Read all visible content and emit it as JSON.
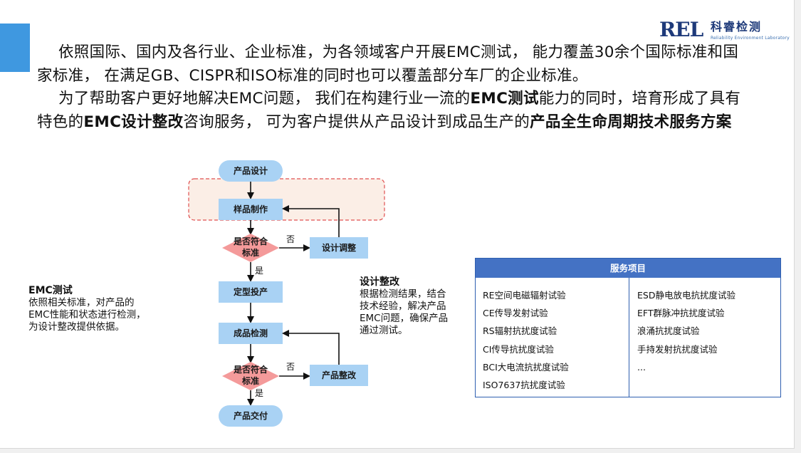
{
  "logo": {
    "rel": "REL",
    "cn": "科睿检测",
    "en": "Reliability Environment Laboratory"
  },
  "intro": {
    "para1": "依照国际、国内及各行业、企业标准，为各领域客户开展EMC测试， 能力覆盖30余个国际标准和国家标准， 在满足GB、CISPR和ISO标准的同时也可以覆盖部分车厂的企业标准。",
    "para2_a": "为了帮助客户更好地解决EMC问题， 我们在构建行业一流的",
    "para2_b": "EMC测试",
    "para2_c": "能力的同时，培育形成了具有特色的",
    "para2_d": "EMC设计整改",
    "para2_e": "咨询服务， 可为客户提供从产品设计到成品生产的",
    "para2_f": "产品全生命周期技术服务方案"
  },
  "flow": {
    "nodes": {
      "design": "产品设计",
      "sample": "样品制作",
      "check1_l1": "是否符合",
      "check1_l2": "标准",
      "adjust": "设计调整",
      "finalize": "定型投产",
      "inspect": "成品检测",
      "check2_l1": "是否符合",
      "check2_l2": "标准",
      "rectify": "产品整改",
      "deliver": "产品交付"
    },
    "labels": {
      "no": "否",
      "yes": "是"
    }
  },
  "emc_test": {
    "title": "EMC测试",
    "lines": [
      "依照相关标准，对产品的",
      "EMC性能和状态进行检测，",
      "为设计整改提供依据。"
    ]
  },
  "design_fix": {
    "title": "设计整改",
    "lines": [
      "根据检测结果，结合",
      "技术经验，解决产品",
      "EMC问题，确保产品",
      "通过测试。"
    ]
  },
  "services": {
    "header": "服务项目",
    "left": [
      "RE空间电磁辐射试验",
      "CE传导发射试验",
      "RS辐射抗扰度试验",
      "CI传导抗扰度试验",
      "BCI大电流抗扰度试验",
      "ISO7637抗扰度试验"
    ],
    "right": [
      "ESD静电放电抗扰度试验",
      "EFT群脉冲抗扰度试验",
      "浪涌抗扰度试验",
      "手持发射抗扰度试验",
      "..."
    ]
  },
  "colors": {
    "accent": "#3f98e0",
    "brand": "#1e3a7a",
    "node_fill": "#a9d2f4",
    "diamond_fill": "#f49a9a",
    "dashed_zone_fill": "#fbeee6",
    "dashed_zone_border": "#e05050",
    "service_header": "#4472c4"
  }
}
